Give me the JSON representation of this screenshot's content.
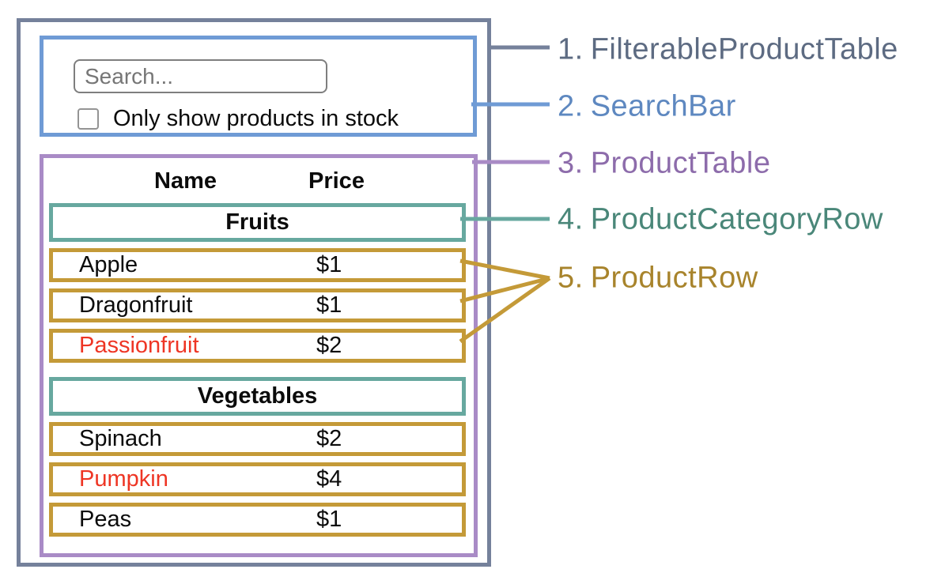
{
  "diagram": {
    "search_bar": {
      "search_placeholder": "Search...",
      "checkbox_label": "Only show products in stock",
      "checkbox_checked": false
    },
    "product_table": {
      "name_header": "Name",
      "price_header": "Price",
      "sections": [
        {
          "category": "Fruits",
          "rows": [
            {
              "name": "Apple",
              "price": "$1",
              "out_of_stock": false
            },
            {
              "name": "Dragonfruit",
              "price": "$1",
              "out_of_stock": false
            },
            {
              "name": "Passionfruit",
              "price": "$2",
              "out_of_stock": true
            }
          ]
        },
        {
          "category": "Vegetables",
          "rows": [
            {
              "name": "Spinach",
              "price": "$2",
              "out_of_stock": false
            },
            {
              "name": "Pumpkin",
              "price": "$4",
              "out_of_stock": true
            },
            {
              "name": "Peas",
              "price": "$1",
              "out_of_stock": false
            }
          ]
        }
      ]
    }
  },
  "legend": {
    "items": [
      {
        "number": "1.",
        "label": "FilterableProductTable",
        "color": "#5d6b82"
      },
      {
        "number": "2.",
        "label": "SearchBar",
        "color": "#5e88c0"
      },
      {
        "number": "3.",
        "label": "ProductTable",
        "color": "#8d6cab"
      },
      {
        "number": "4.",
        "label": "ProductCategoryRow",
        "color": "#4a8779"
      },
      {
        "number": "5.",
        "label": "ProductRow",
        "color": "#a8842c"
      }
    ]
  },
  "colors": {
    "outer_border": "#75819b",
    "search_border": "#6f9bd5",
    "table_border": "#a98bc6",
    "category_border": "#67a89f",
    "row_border": "#c49a38",
    "out_of_stock_text": "#ee3524"
  }
}
